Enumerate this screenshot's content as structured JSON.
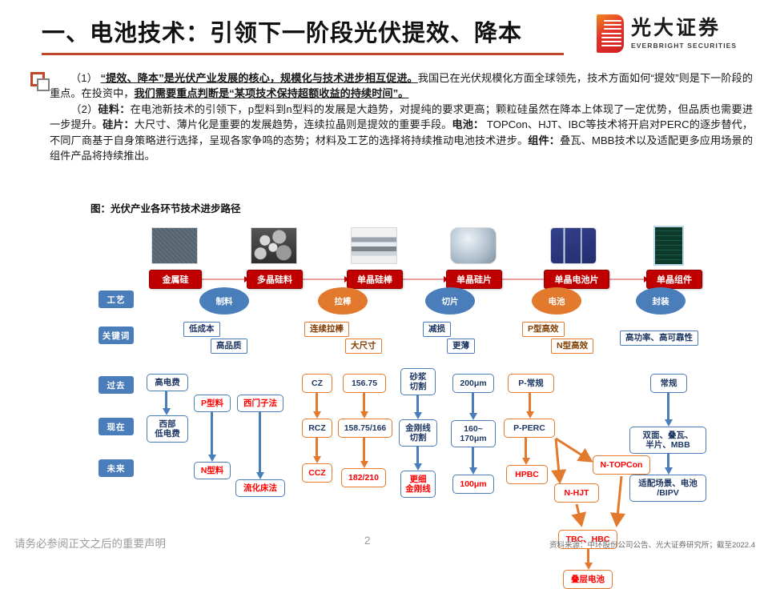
{
  "header": {
    "title": "一、电池技术：引领下一阶段光伏提效、降本",
    "logo_cn": "光大证券",
    "logo_en": "EVERBRIGHT SECURITIES"
  },
  "body": {
    "p1_num": "（1）",
    "p1_bold": "“提效、降本”是光伏产业发展的核心，规模化与技术进步相互促进。",
    "p1_rest_a": "我国已在光伏规模化方面全球领先，技术方面如何“提效”则是下一阶段的重点。在投资中，",
    "p1_bold2": "我们需要重点判断是“某项技术保持超额收益的持续时间”。",
    "p2_num": "（2）",
    "p2_b1": "硅料：",
    "p2_t1": "在电池新技术的引领下，p型料到n型料的发展是大趋势，对提纯的要求更高；颗粒硅虽然在降本上体现了一定优势，但品质也需要进一步提升。",
    "p2_b2": "硅片：",
    "p2_t2": "大尺寸、薄片化是重要的发展趋势，连续拉晶则是提效的重要手段。",
    "p2_b3": "电池：",
    "p2_t3": " TOPCon、HJT、IBC等技术将开启对PERC的逐步替代，不同厂商基于自身策略进行选择，呈现各家争鸣的态势；材料及工艺的选择将持续推动电池技术进步。",
    "p2_b4": "组件：",
    "p2_t4": "叠瓦、MBB技术以及适配更多应用场景的组件产品将持续推出。"
  },
  "figure": {
    "title": "图：光伏产业各环节技术进步路径",
    "chain": [
      {
        "label": "金属硅"
      },
      {
        "label": "多晶硅料"
      },
      {
        "label": "单晶硅棒"
      },
      {
        "label": "单晶硅片"
      },
      {
        "label": "单晶电池片"
      },
      {
        "label": "单晶组件"
      }
    ],
    "row_labels": {
      "process": "工艺",
      "keyword": "关键词",
      "past": "过去",
      "now": "现在",
      "future": "未来"
    },
    "process": [
      {
        "label": "制料",
        "color": "blue"
      },
      {
        "label": "拉棒",
        "color": "orange"
      },
      {
        "label": "切片",
        "color": "blue"
      },
      {
        "label": "电池",
        "color": "orange"
      },
      {
        "label": "封装",
        "color": "blue"
      }
    ],
    "keywords": [
      {
        "a": "低成本",
        "b": "高品质",
        "color": "blue"
      },
      {
        "a": "连续拉棒",
        "b": "大尺寸",
        "color": "orange"
      },
      {
        "a": "减损",
        "b": "更薄",
        "color": "blue"
      },
      {
        "a": "P型高效",
        "b": "N型高效",
        "color": "orange"
      },
      {
        "a": "高功率、高可靠性",
        "b": "",
        "color": "blue"
      }
    ],
    "detail": {
      "c1": {
        "past": "高电费",
        "now": "西部<br>低电费"
      },
      "c2": {
        "now": "P型料",
        "future": "N型料"
      },
      "c3": {
        "now": "西门子法",
        "future": "流化床法"
      },
      "c4": {
        "past": "CZ",
        "now": "RCZ",
        "future": "CCZ"
      },
      "c5": {
        "past": "156.75",
        "now": "158.75/166",
        "future": "182/210"
      },
      "c6": {
        "past": "砂浆<br>切割",
        "now": "金刚线<br>切割",
        "future": "更细<br>金刚线"
      },
      "c7": {
        "past": "200μm",
        "now": "160~<br>170μm",
        "future": "100μm"
      },
      "c8": {
        "past": "P-常规",
        "now": "P-PERC",
        "hpbc": "HPBC",
        "ntopcon": "N-TOPCon",
        "nhjt": "N-HJT",
        "tbchbc": "TBC、HBC",
        "tandem": "叠层电池"
      },
      "c9": {
        "past": "常规",
        "now": "双面、叠瓦、<br>半片、MBB",
        "future": "适配场景、电池<br>/BIPV"
      }
    }
  },
  "footer": {
    "left": "请务必参阅正文之后的重要声明",
    "page": "2",
    "source": "资料来源：中环股份公司公告、光大证券研究所；截至2022.4"
  }
}
